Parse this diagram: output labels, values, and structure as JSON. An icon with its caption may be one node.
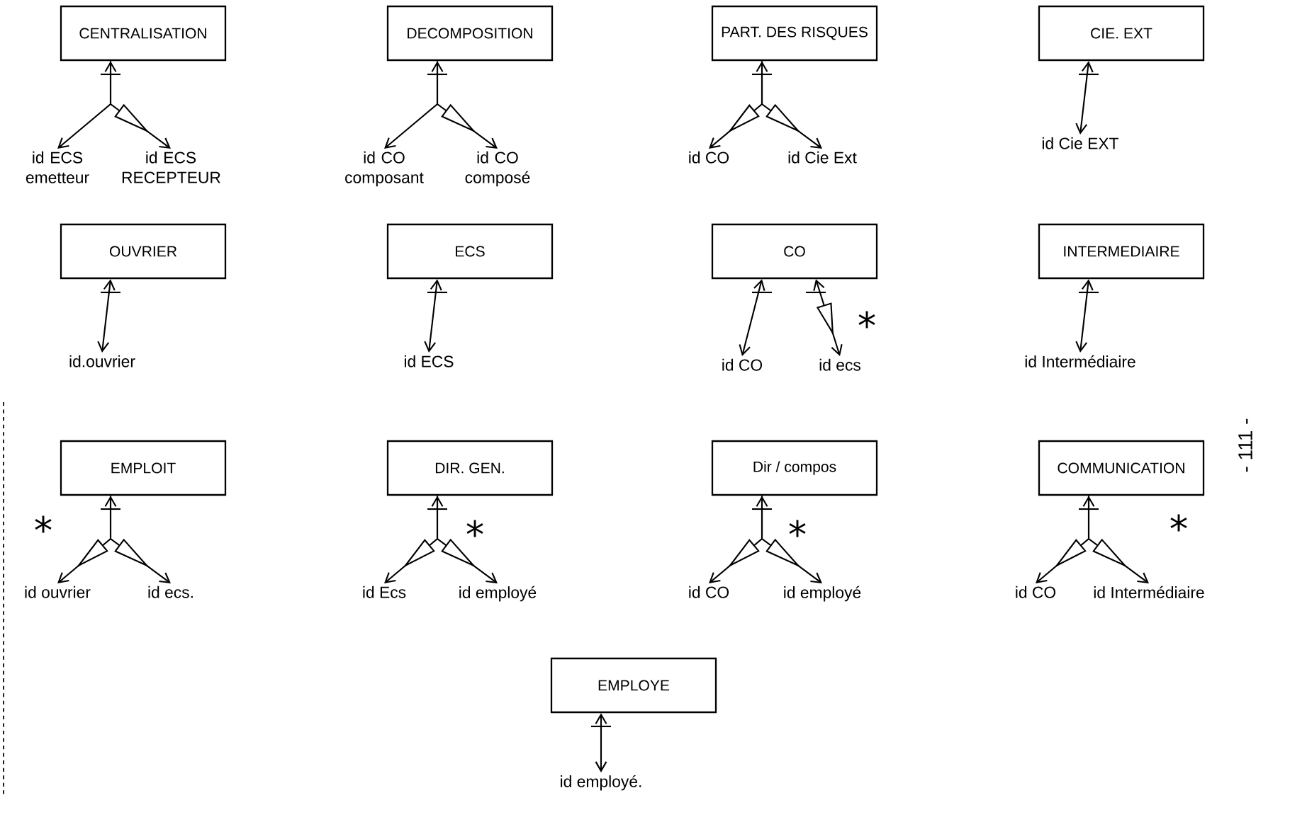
{
  "diagram": {
    "nodes": [
      {
        "text": [
          "CENTRALISATION"
        ]
      },
      {
        "text": [
          "id ECS emetteur"
        ]
      },
      {
        "text": [
          "id ECS RECEPTEUR"
        ]
      },
      {
        "text": [
          "DECOMPOSITION"
        ]
      },
      {
        "text": [
          "id CO composant"
        ]
      },
      {
        "text": [
          "id CO composé"
        ]
      },
      {
        "text": [
          "PART. DES RISQUES"
        ]
      },
      {
        "text": [
          "id CO"
        ]
      },
      {
        "text": [
          "id Cie Ext"
        ]
      },
      {
        "text": [
          "CIE. EXT"
        ]
      },
      {
        "text": [
          "id Cie EXT"
        ]
      },
      {
        "text": [
          "OUVRIER"
        ]
      },
      {
        "text": [
          "id.ouvrier"
        ]
      },
      {
        "text": [
          "ECS"
        ]
      },
      {
        "text": [
          "id ECS"
        ]
      },
      {
        "text": [
          "CO"
        ]
      },
      {
        "text": [
          "id CO"
        ]
      },
      {
        "text": [
          "id ecs"
        ]
      },
      {
        "text": [
          "INTERMEDIAIRE"
        ]
      },
      {
        "text": [
          "id Intermédiaire"
        ]
      },
      {
        "text": [
          "EMPLOIT"
        ]
      },
      {
        "text": [
          "id ouvrier"
        ]
      },
      {
        "text": [
          "id ecs."
        ]
      },
      {
        "text": [
          "DIR. GEN."
        ]
      },
      {
        "text": [
          "id Ecs"
        ]
      },
      {
        "text": [
          "id employé"
        ]
      },
      {
        "text": [
          "Dir / compos"
        ]
      },
      {
        "text": [
          "id CO"
        ]
      },
      {
        "text": [
          "id employé"
        ]
      },
      {
        "text": [
          "COMMUNICATION"
        ]
      },
      {
        "text": [
          "id CO"
        ]
      },
      {
        "text": [
          "id Intermédiaire"
        ]
      },
      {
        "text": [
          "EMPLOYE"
        ]
      },
      {
        "text": [
          "id employé."
        ]
      }
    ],
    "edges": [
      {
        "from": 0,
        "to": 1,
        "arrow": "both"
      },
      {
        "from": 0,
        "to": 2,
        "arrow": "to"
      },
      {
        "from": 3,
        "to": 4,
        "arrow": "both"
      },
      {
        "from": 3,
        "to": 5,
        "arrow": "to"
      },
      {
        "from": 6,
        "to": 7,
        "arrow": "both"
      },
      {
        "from": 6,
        "to": 8,
        "arrow": "to"
      },
      {
        "from": 9,
        "to": 10,
        "arrow": "both"
      },
      {
        "from": 11,
        "to": 12,
        "arrow": "both"
      },
      {
        "from": 13,
        "to": 14,
        "arrow": "both"
      },
      {
        "from": 15,
        "to": 16,
        "arrow": "both"
      },
      {
        "from": 15,
        "to": 17,
        "arrow": "both"
      },
      {
        "from": 18,
        "to": 19,
        "arrow": "both"
      },
      {
        "from": 20,
        "to": 21,
        "arrow": "both"
      },
      {
        "from": 20,
        "to": 22,
        "arrow": "to"
      },
      {
        "from": 23,
        "to": 24,
        "arrow": "both"
      },
      {
        "from": 23,
        "to": 25,
        "arrow": "to"
      },
      {
        "from": 26,
        "to": 27,
        "arrow": "both"
      },
      {
        "from": 26,
        "to": 28,
        "arrow": "to"
      },
      {
        "from": 29,
        "to": 30,
        "arrow": "both"
      },
      {
        "from": 29,
        "to": 31,
        "arrow": "to"
      },
      {
        "from": 32,
        "to": 33,
        "arrow": "both"
      }
    ],
    "labels": [
      "*",
      "- 111 -",
      "*",
      "*",
      "*",
      "*"
    ]
  }
}
